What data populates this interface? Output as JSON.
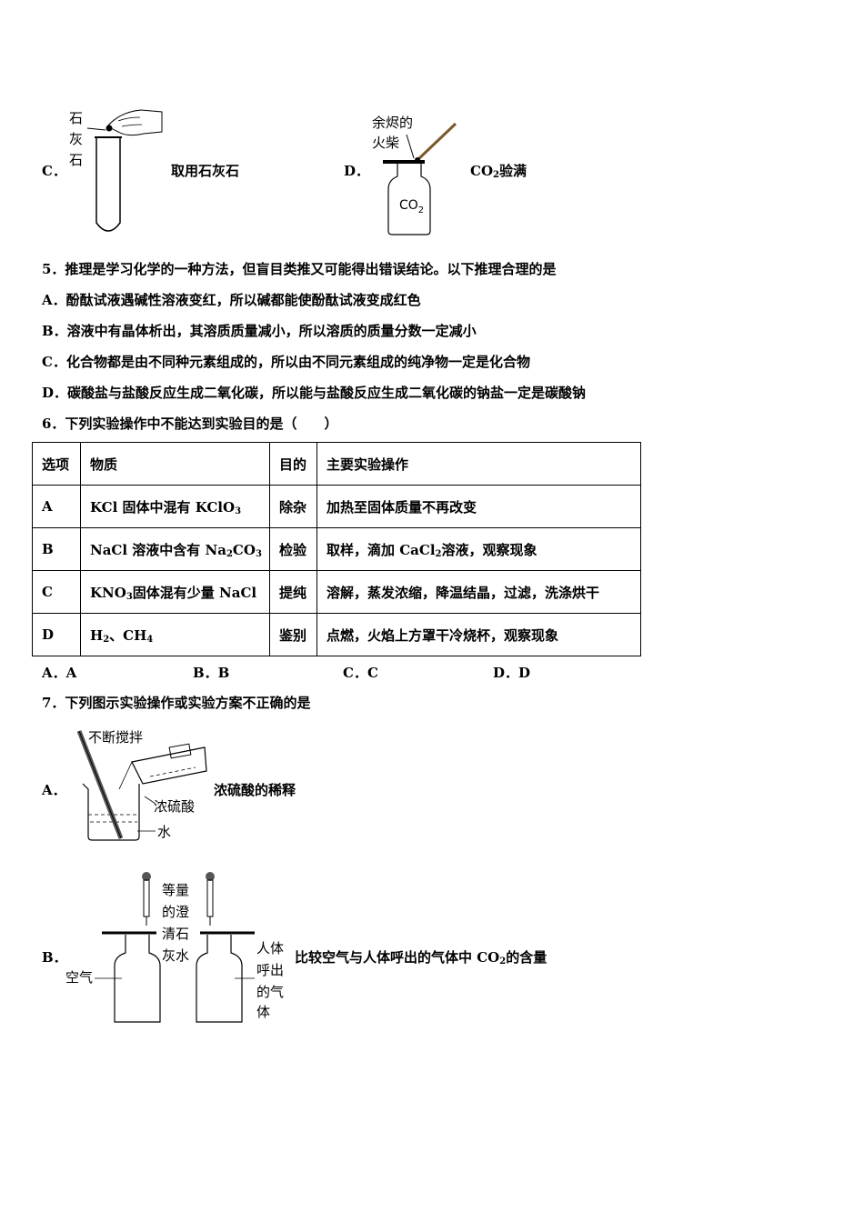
{
  "q4": {
    "c_label": "C．",
    "c_text": "取用石灰石",
    "c_fig_labels": [
      "石",
      "灰",
      "石"
    ],
    "d_label": "D．",
    "d_text_pre": "CO",
    "d_text_sub": "2",
    "d_text_post": "验满",
    "d_fig_label_1": "余烬的",
    "d_fig_label_2": "火柴",
    "d_fig_bottle_pre": "CO",
    "d_fig_bottle_sub": "2"
  },
  "q5": {
    "stem": "5．推理是学习化学的一种方法，但盲目类推又可能得出错误结论。以下推理合理的是",
    "options": [
      "A．酚酞试液遇碱性溶液变红，所以碱都能使酚酞试液变成红色",
      "B．溶液中有晶体析出，其溶质质量减小，所以溶质的质量分数一定减小",
      "C．化合物都是由不同种元素组成的，所以由不同元素组成的纯净物一定是化合物",
      "D．碳酸盐与盐酸反应生成二氧化碳，所以能与盐酸反应生成二氧化碳的钠盐一定是碳酸钠"
    ]
  },
  "q6": {
    "stem": "6．下列实验操作中不能达到实验目的是（　　）",
    "headers": [
      "选项",
      "物质",
      "目的",
      "主要实验操作"
    ],
    "rows": [
      {
        "opt": "A",
        "sub_a": "KCl 固体中混有 KClO",
        "sub_b": "3",
        "sub_c": "",
        "sub_d": "",
        "goal": "除杂",
        "op_a": "加热至固体质量不再改变",
        "op_b": "",
        "op_c": ""
      },
      {
        "opt": "B",
        "sub_a": "NaCl 溶液中含有 Na",
        "sub_b": "2",
        "sub_c": "CO",
        "sub_d": "3",
        "goal": "检验",
        "op_a": "取样，滴加 CaCl",
        "op_b": "2",
        "op_c": "溶液，观察现象"
      },
      {
        "opt": "C",
        "sub_a": "KNO",
        "sub_b": "3",
        "sub_c": "固体混有少量 NaCl",
        "sub_d": "",
        "goal": "提纯",
        "op_a": "溶解，蒸发浓缩，降温结晶，过滤，洗涤烘干",
        "op_b": "",
        "op_c": ""
      },
      {
        "opt": "D",
        "sub_a": "H",
        "sub_b": "2",
        "sub_c": "、CH",
        "sub_d": "4",
        "goal": "鉴别",
        "op_a": "点燃，火焰上方罩干冷烧杯，观察现象",
        "op_b": "",
        "op_c": ""
      }
    ],
    "answers": [
      "A．A",
      "B．B",
      "C．C",
      "D．D"
    ]
  },
  "q7": {
    "stem": "7．下列图示实验操作或实验方案不正确的是",
    "a_label": "A．",
    "a_text": "浓硫酸的稀释",
    "a_fig_labels": [
      "不断搅拌",
      "浓硫酸",
      "水"
    ],
    "b_label": "B．",
    "b_text_pre": "比较空气与人体呼出的气体中 CO",
    "b_text_sub": "2",
    "b_text_post": "的含量",
    "b_fig_left": "空气",
    "b_fig_mid": [
      "等量",
      "的澄",
      "清石",
      "灰水"
    ],
    "b_fig_right": [
      "人体",
      "呼出",
      "的气",
      "体"
    ]
  }
}
